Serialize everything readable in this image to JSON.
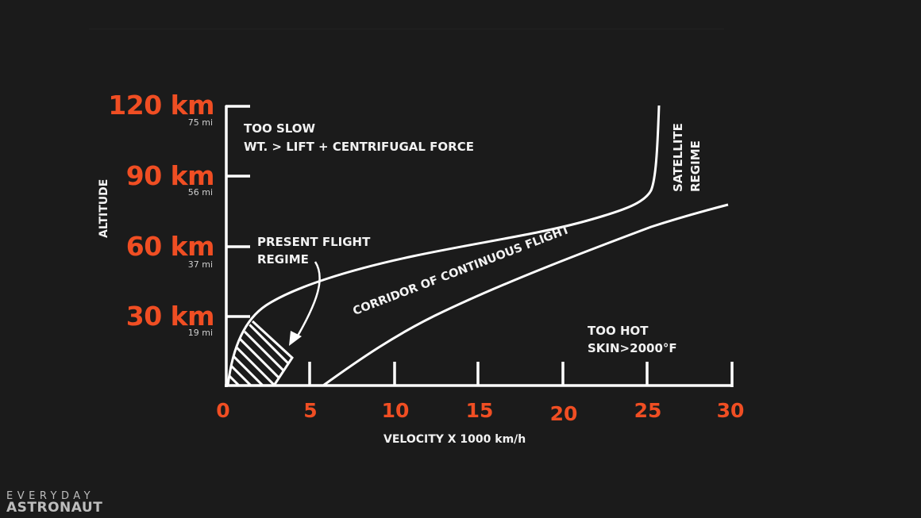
{
  "chart_data": {
    "type": "line",
    "title": "",
    "xlabel": "VELOCITY X 1000 km/h",
    "ylabel": "ALTITUDE",
    "xlim": [
      0,
      30
    ],
    "ylim": [
      0,
      120
    ],
    "x_ticks": [
      "0",
      "5",
      "10",
      "15",
      "20",
      "25",
      "30"
    ],
    "y_ticks": [
      {
        "km": "30 km",
        "mi": "19 mi",
        "value": 30
      },
      {
        "km": "60 km",
        "mi": "37 mi",
        "value": 60
      },
      {
        "km": "90 km",
        "mi": "56 mi",
        "value": 90
      },
      {
        "km": "120 km",
        "mi": "75 mi",
        "value": 120
      }
    ],
    "grid": false,
    "series": [
      {
        "name": "Upper boundary (too slow / satellite regime)",
        "points": [
          [
            0.1,
            0
          ],
          [
            0.8,
            20
          ],
          [
            2.5,
            33
          ],
          [
            5,
            40
          ],
          [
            10,
            52
          ],
          [
            15,
            58
          ],
          [
            20,
            64
          ],
          [
            24,
            72
          ],
          [
            25.2,
            80
          ],
          [
            25.5,
            100
          ],
          [
            25.8,
            120
          ]
        ]
      },
      {
        "name": "Lower boundary (too hot)",
        "points": [
          [
            5.8,
            0
          ],
          [
            8,
            10
          ],
          [
            10,
            20
          ],
          [
            15,
            38
          ],
          [
            20,
            55
          ],
          [
            25,
            69
          ],
          [
            30,
            78
          ]
        ]
      },
      {
        "name": "Present flight regime (hatched)",
        "points": [
          [
            0.1,
            0
          ],
          [
            1.6,
            27
          ],
          [
            4.1,
            11
          ],
          [
            3.0,
            0
          ]
        ]
      }
    ],
    "annotations": [
      {
        "text": "TOO SLOW",
        "x": 1,
        "y": 111
      },
      {
        "text": "WT. > LIFT + CENTRIFUGAL FORCE",
        "x": 1,
        "y": 103
      },
      {
        "text": "PRESENT FLIGHT REGIME",
        "x": 2,
        "y": 60
      },
      {
        "text": "CORRIDOR OF CONTINUOUS FLIGHT",
        "x": 8,
        "y": 35
      },
      {
        "text": "SATELLITE REGIME",
        "x": 27,
        "y": 100
      },
      {
        "text": "TOO HOT",
        "x": 21,
        "y": 23
      },
      {
        "text": "SKIN>2000°F",
        "x": 21,
        "y": 15
      }
    ],
    "colors": {
      "background": "#1b1b1b",
      "lines": "#ffffff",
      "tick_labels": "#f04e23",
      "text": "#f2f2f2"
    }
  },
  "axis": {
    "x_title": "VELOCITY X 1000 km/h",
    "y_title": "ALTITUDE",
    "x_ticks": [
      "0",
      "5",
      "10",
      "15",
      "20",
      "25",
      "30"
    ],
    "y_ticks_km": [
      "120 km",
      "90 km",
      "60 km",
      "30 km"
    ],
    "y_ticks_mi": [
      "75 mi",
      "56 mi",
      "37 mi",
      "19 mi"
    ]
  },
  "annotations": {
    "too_slow": "TOO SLOW",
    "too_slow_detail": "WT. > LIFT + CENTRIFUGAL FORCE",
    "present_1": "PRESENT FLIGHT",
    "present_2": "REGIME",
    "corridor": "CORRIDOR OF CONTINUOUS FLIGHT",
    "satellite_1": "SATELLITE",
    "satellite_2": "REGIME",
    "too_hot": "TOO HOT",
    "too_hot_detail": "SKIN>2000°F"
  },
  "logo": {
    "line1": "EVERYDAY",
    "line2": "ASTRONAUT"
  }
}
